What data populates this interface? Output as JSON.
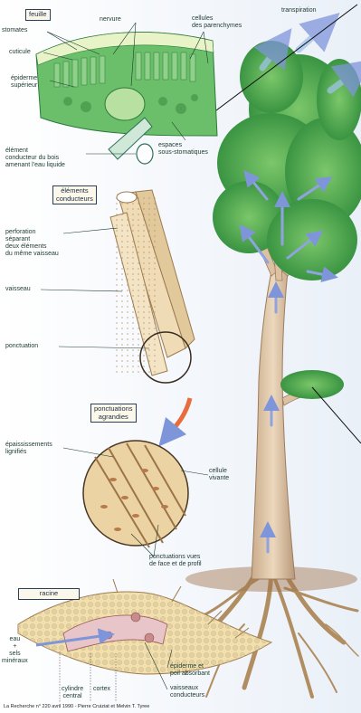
{
  "labels": {
    "feuille": "feuille",
    "nervure": "nervure",
    "cellules_parenchymes": "cellules\ndes parenchymes",
    "transpiration": "transpiration",
    "stomates": "stomates",
    "cuticule": "cuticule",
    "epiderme_superieur": "épiderme\nsupérieur",
    "espaces_sous_stomatiques": "espaces\nsous-stomatiques",
    "element_conducteur": "élément\nconducteur du bois\namenant l'eau liquide",
    "elements_conducteurs": "éléments\nconducteurs",
    "perforation": "perforation\nséparant\ndeux éléments\ndu même vaisseau",
    "vaisseau": "vaisseau",
    "ponctuation": "ponctuation",
    "ponctuations_agrandies": "ponctuations\nagrandies",
    "epaississements": "épaississements\nlignifiés",
    "cellule_vivante": "cellule\nvivante",
    "ponctuations_vues": "ponctuations vues\nde face et de profil",
    "racine": "racine",
    "eau_sels": "eau\n+\nsels\nminéraux",
    "epiderme_poil": "épiderme et\npoil absorbant",
    "vaisseaux_conducteurs": "vaisseaux\nconducteurs",
    "cylindre_central": "cylindre\ncentral",
    "cortex": "cortex"
  },
  "credit": "La Recherche n° 220 avril 1990 - Pierre Cruiziat et Melvin T. Tyree",
  "colors": {
    "leaf_green": "#3f9a4a",
    "tree_green": "#2f8f3a",
    "wood": "#e6cfae",
    "arrow_blue": "#8fa3e0",
    "root": "#c9a979",
    "label_box_border": "#2a3f58"
  }
}
